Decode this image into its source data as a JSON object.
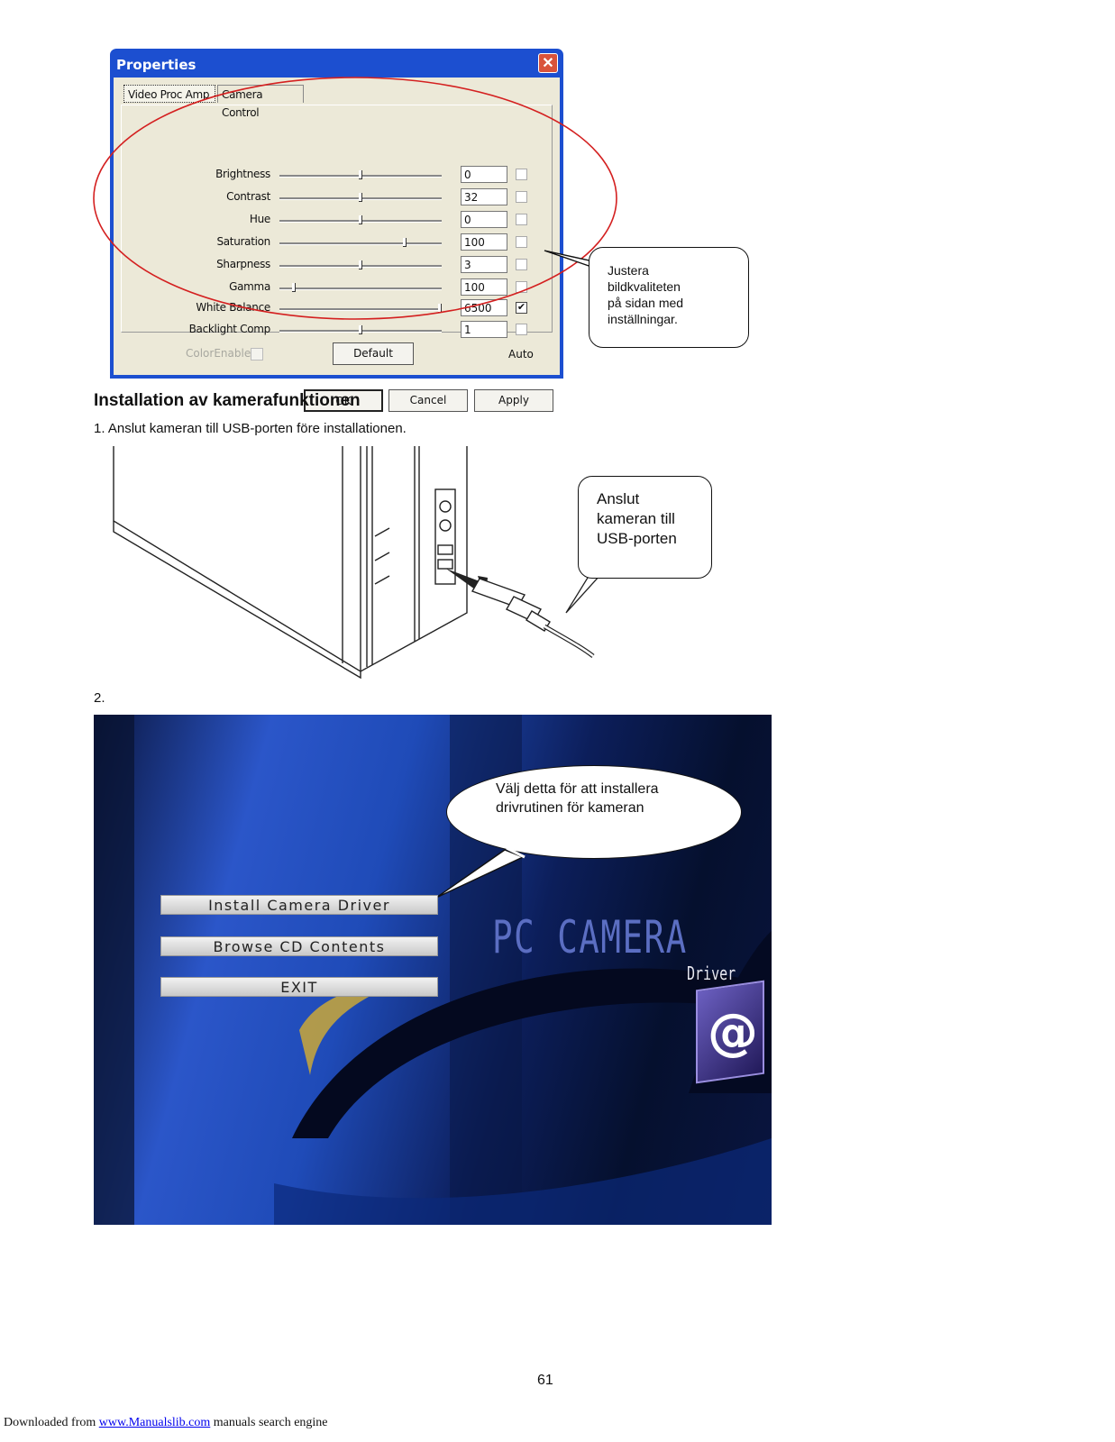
{
  "dialog": {
    "title": "Properties",
    "close_glyph": "✕",
    "tabs": [
      "Video Proc Amp",
      "Camera Control"
    ],
    "rows": [
      {
        "label": "Brightness",
        "value": "0",
        "slider": 0.5,
        "auto": false
      },
      {
        "label": "Contrast",
        "value": "32",
        "slider": 0.5,
        "auto": false
      },
      {
        "label": "Hue",
        "value": "0",
        "slider": 0.5,
        "auto": false
      },
      {
        "label": "Saturation",
        "value": "100",
        "slider": 0.78,
        "auto": false
      },
      {
        "label": "Sharpness",
        "value": "3",
        "slider": 0.5,
        "auto": false
      },
      {
        "label": "Gamma",
        "value": "100",
        "slider": 0.08,
        "auto": false
      },
      {
        "label": "White Balance",
        "value": "6500",
        "slider": 1.0,
        "auto": true
      },
      {
        "label": "Backlight Comp",
        "value": "1",
        "slider": 0.5,
        "auto": false
      }
    ],
    "color_enable_label": "ColorEnable",
    "default_label": "Default",
    "auto_label": "Auto",
    "ok_label": "OK",
    "cancel_label": "Cancel",
    "apply_label": "Apply"
  },
  "callout1": {
    "lines": [
      "Justera",
      "bildkvaliteten",
      "på sidan med",
      "inställningar."
    ]
  },
  "section_title": "Installation av kamerafunktionen",
  "step1": "1.   Anslut kameran till USB-porten före installationen.",
  "callout2": {
    "lines": [
      "Anslut",
      "kameran till",
      "USB-porten"
    ]
  },
  "step2": "2.",
  "installer": {
    "buttons": [
      "Install Camera Driver",
      "Browse CD Contents",
      "EXIT"
    ],
    "brand": "PC CAMERA",
    "brand_sub": "Driver",
    "at_glyph": "@",
    "callout_lines": [
      "Välj detta för att installera",
      "drivrutinen för kameran"
    ]
  },
  "page_number": "61",
  "footer": {
    "prefix": "Downloaded from ",
    "link": "www.Manualslib.com",
    "suffix": " manuals search engine"
  },
  "colors": {
    "title_bar": "#1c4fd0",
    "highlight_ring": "#d42020"
  }
}
